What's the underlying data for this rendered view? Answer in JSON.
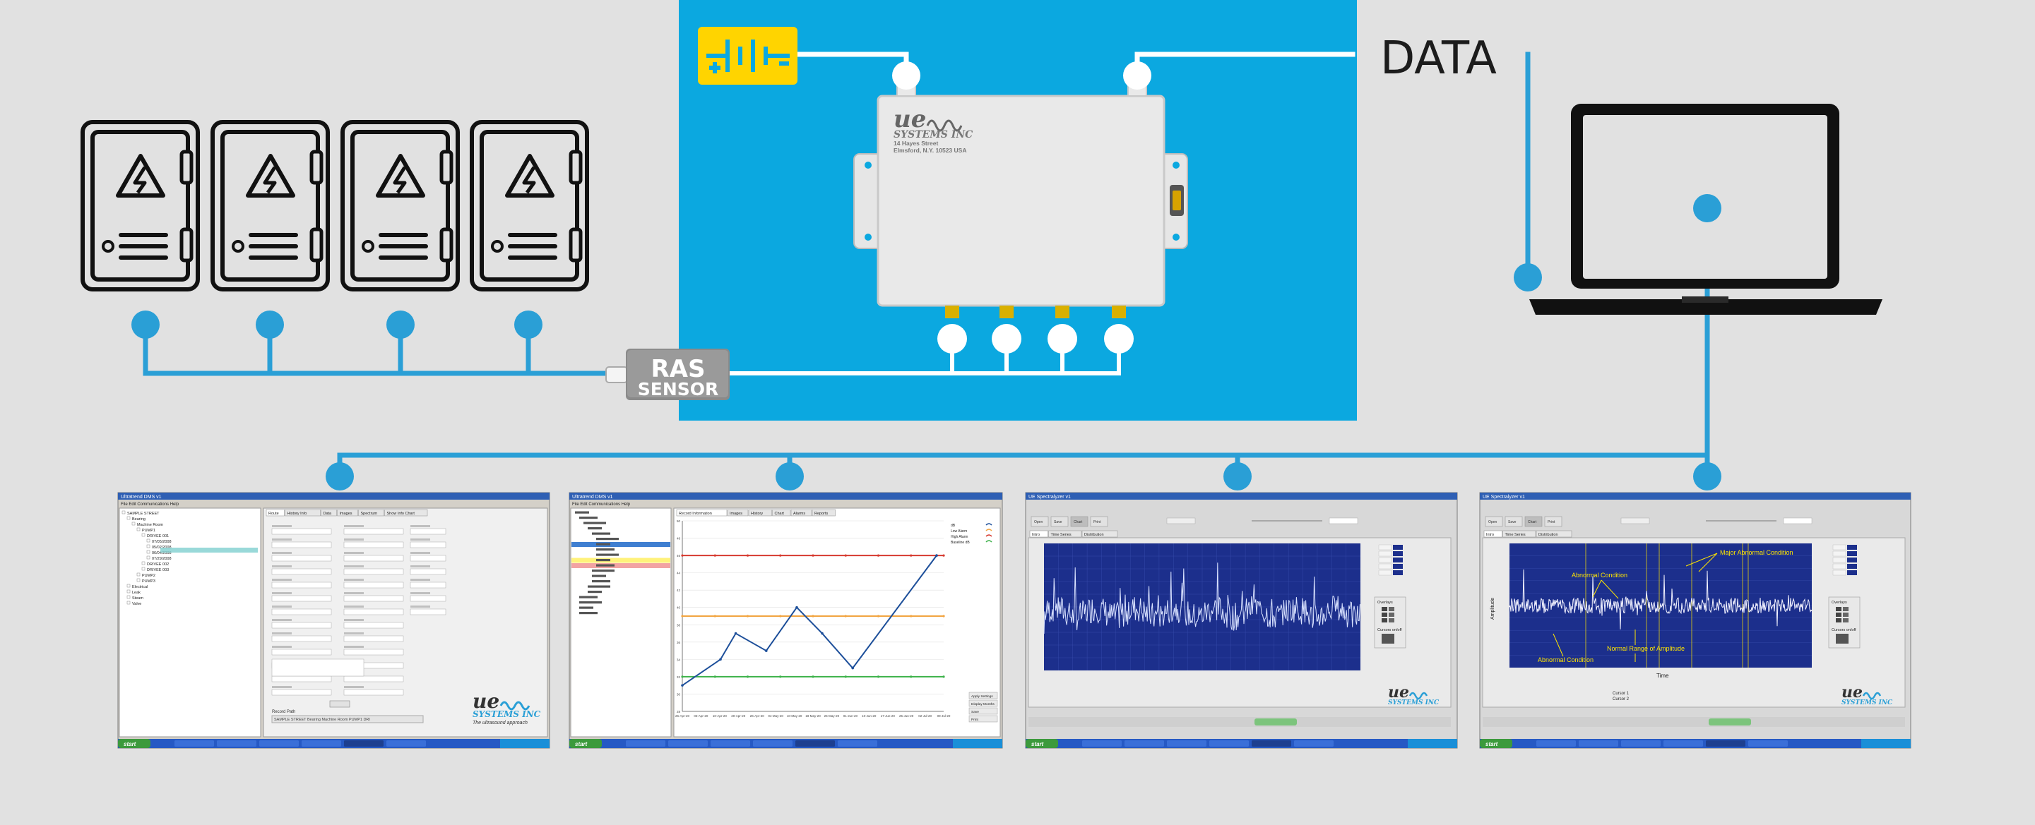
{
  "labels": {
    "data": "DATA",
    "ras_line1": "RAS",
    "ras_line2": "SENSOR"
  },
  "device": {
    "logo_ue": "ue",
    "logo_systems": "SYSTEMS INC",
    "address_line1": "14 Hayes Street",
    "address_line2": "Elmsford, N.Y. 10523 USA"
  },
  "screens": {
    "dms1": {
      "title": "Ultratrend DMS v1",
      "menu": "File  Edit  Communications  Help",
      "tree": [
        "SAMPLE STREET",
        "Bearing",
        "Machine Room",
        "PUMP1",
        "DRIVEE 001",
        "07/05/2008",
        "05/02/2008",
        "06/04/2008",
        "07/29/2008",
        "DRIVEE 002",
        "DRIVEE 003",
        "PUMP2",
        "PUMP3",
        "Electrical",
        "Leak",
        "Steam",
        "Valve"
      ],
      "tabs": [
        "Route",
        "History Info",
        "Data",
        "Images",
        "Spectrum",
        "Show Info Chart"
      ],
      "logo_ue": "ue",
      "logo_systems": "SYSTEMS INC",
      "tagline": "The ultrasound approach",
      "record_path_label": "Record Path",
      "record_path": "SAMPLE STREET Bearing Machine Room PUMP1 DRI",
      "taskbar_start": "start"
    },
    "dms2": {
      "title": "Ultratrend DMS v1",
      "menu": "File  Edit  Communications  Help",
      "tabs": [
        "Record Information",
        "Images",
        "History",
        "Chart",
        "Alarms",
        "Reports"
      ],
      "legend": [
        "dB",
        "Low Alarm",
        "High Alarm",
        "Baseline dB"
      ],
      "buttons": [
        "Apply Settings",
        "Display Months",
        "Save",
        "Print"
      ],
      "taskbar_start": "start"
    },
    "spec1": {
      "title": "UE Spectralyzer v1",
      "tabs": [
        "Intro",
        "Time Series",
        "Distribution"
      ],
      "buttons": [
        "Open",
        "Save",
        "Chart",
        "Print"
      ],
      "box_label": "Overlays",
      "cursor_label": "Cursors on/off",
      "logo_ue": "ue",
      "logo_systems": "SYSTEMS INC",
      "taskbar_start": "start"
    },
    "spec2": {
      "title": "UE Spectralyzer v1",
      "tabs": [
        "Intro",
        "Time Series",
        "Distribution"
      ],
      "buttons": [
        "Open",
        "Save",
        "Chart",
        "Print"
      ],
      "ann_abnormal_top": "Abnormal Condition",
      "ann_major": "Major Abnormal Condition",
      "ann_range": "Normal Range of Amplitude",
      "ann_abnormal_bottom": "Abnormal Condition",
      "xlabel": "Time",
      "ylabel": "Amplitude",
      "box_label": "Overlays",
      "cursor_label": "Cursors on/off",
      "cursor1": "Cursor 1",
      "cursor2": "Cursor 2",
      "logo_ue": "ue",
      "logo_systems": "SYSTEMS INC",
      "taskbar_start": "start"
    }
  },
  "colors": {
    "blue": "#0ba8e0",
    "wire": "#2a9fd6",
    "panel_stroke": "#111111",
    "battery": "#ffd400",
    "app_blue": "#1f3a8a",
    "alarm_high": "#d63a2f",
    "alarm_low": "#f2a541",
    "baseline": "#3db24a",
    "trend": "#1d4f9a"
  },
  "trend_chart": {
    "x_dates": [
      "26-Apr-20",
      "03-Apr-20",
      "10-Apr-20",
      "20-Apr-20",
      "26-Apr-20",
      "04-May-20",
      "10-May-20",
      "18-May-20",
      "25-May-20",
      "01-Jun-20",
      "10-Jun-20",
      "17-Jun-20",
      "25-Jun-20",
      "02-Jul-20",
      "09-Jul-20"
    ],
    "values": [
      31,
      34,
      37,
      35,
      40,
      37,
      33,
      46
    ],
    "high_alarm": 46,
    "low_alarm": 39,
    "baseline": 32,
    "ylim": [
      28,
      50
    ]
  }
}
